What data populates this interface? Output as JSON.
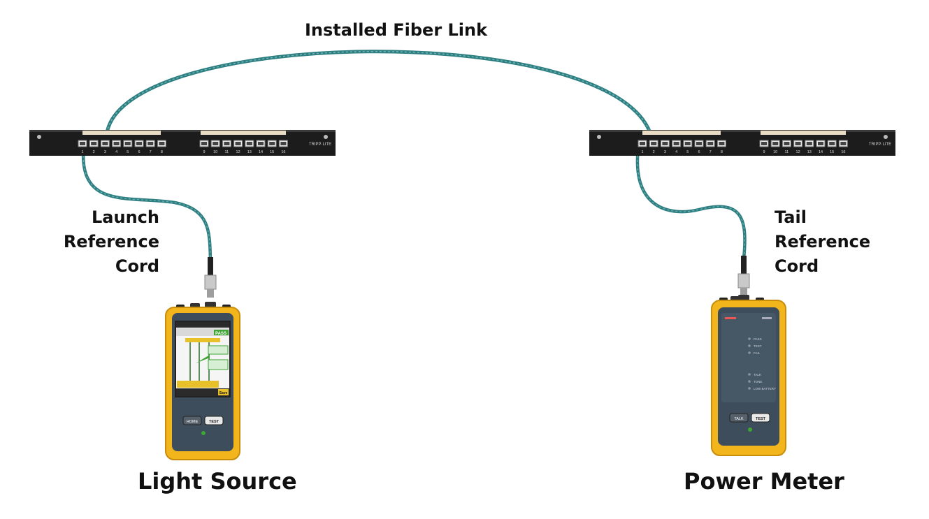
{
  "labels": {
    "link": "Installed Fiber Link",
    "launch": [
      "Launch",
      "Reference",
      "Cord"
    ],
    "tail": [
      "Tail",
      "Reference",
      "Cord"
    ],
    "source": "Light Source",
    "meter": "Power Meter"
  },
  "patch_panel": {
    "brand": "TRIPP·LITE",
    "port_numbers": [
      "1",
      "2",
      "3",
      "4",
      "5",
      "6",
      "7",
      "8",
      "9",
      "10",
      "11",
      "12",
      "13",
      "14",
      "15",
      "16"
    ]
  },
  "light_source": {
    "screen_status": "PASS",
    "home_button": "HOME",
    "test_button": "TEST",
    "soft_key": "Save"
  },
  "power_meter": {
    "leds": [
      "PASS",
      "TEST",
      "FAIL",
      "TALK",
      "TONE",
      "LOW BATTERY"
    ],
    "talk_button": "TALK",
    "test_button": "TEST"
  },
  "colors": {
    "fiber": "#2f7f82",
    "fiber_highlight": "#6bb6b4",
    "instrument_body": "#f2b51c",
    "instrument_face": "#3d4d5b",
    "panel": "#1c1c1c"
  }
}
